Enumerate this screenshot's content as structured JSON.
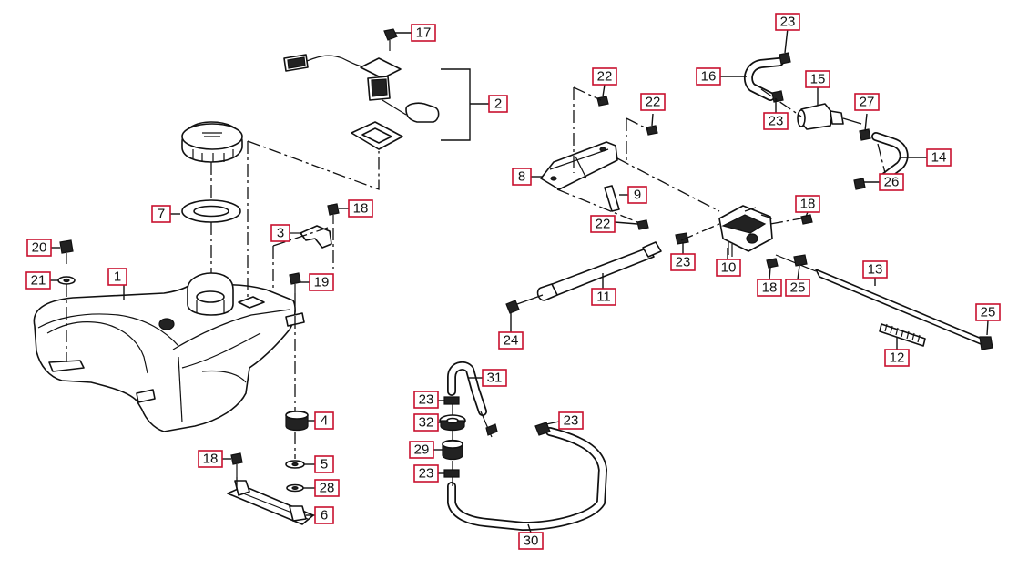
{
  "diagram": {
    "callouts": [
      {
        "id": "c1",
        "label": "1"
      },
      {
        "id": "c2",
        "label": "2"
      },
      {
        "id": "c3",
        "label": "3"
      },
      {
        "id": "c4",
        "label": "4"
      },
      {
        "id": "c5",
        "label": "5"
      },
      {
        "id": "c6",
        "label": "6"
      },
      {
        "id": "c7",
        "label": "7"
      },
      {
        "id": "c8",
        "label": "8"
      },
      {
        "id": "c9",
        "label": "9"
      },
      {
        "id": "c10",
        "label": "10"
      },
      {
        "id": "c11",
        "label": "11"
      },
      {
        "id": "c12",
        "label": "12"
      },
      {
        "id": "c13",
        "label": "13"
      },
      {
        "id": "c14",
        "label": "14"
      },
      {
        "id": "c15",
        "label": "15"
      },
      {
        "id": "c16",
        "label": "16"
      },
      {
        "id": "c17",
        "label": "17"
      },
      {
        "id": "c18a",
        "label": "18"
      },
      {
        "id": "c18b",
        "label": "18"
      },
      {
        "id": "c18c",
        "label": "18"
      },
      {
        "id": "c18d",
        "label": "18"
      },
      {
        "id": "c19",
        "label": "19"
      },
      {
        "id": "c20",
        "label": "20"
      },
      {
        "id": "c21",
        "label": "21"
      },
      {
        "id": "c22a",
        "label": "22"
      },
      {
        "id": "c22b",
        "label": "22"
      },
      {
        "id": "c22c",
        "label": "22"
      },
      {
        "id": "c23a",
        "label": "23"
      },
      {
        "id": "c23b",
        "label": "23"
      },
      {
        "id": "c23c",
        "label": "23"
      },
      {
        "id": "c23d",
        "label": "23"
      },
      {
        "id": "c23e",
        "label": "23"
      },
      {
        "id": "c23f",
        "label": "23"
      },
      {
        "id": "c24",
        "label": "24"
      },
      {
        "id": "c25a",
        "label": "25"
      },
      {
        "id": "c25b",
        "label": "25"
      },
      {
        "id": "c26",
        "label": "26"
      },
      {
        "id": "c27",
        "label": "27"
      },
      {
        "id": "c28",
        "label": "28"
      },
      {
        "id": "c29",
        "label": "29"
      },
      {
        "id": "c30",
        "label": "30"
      },
      {
        "id": "c31",
        "label": "31"
      },
      {
        "id": "c32",
        "label": "32"
      }
    ]
  }
}
